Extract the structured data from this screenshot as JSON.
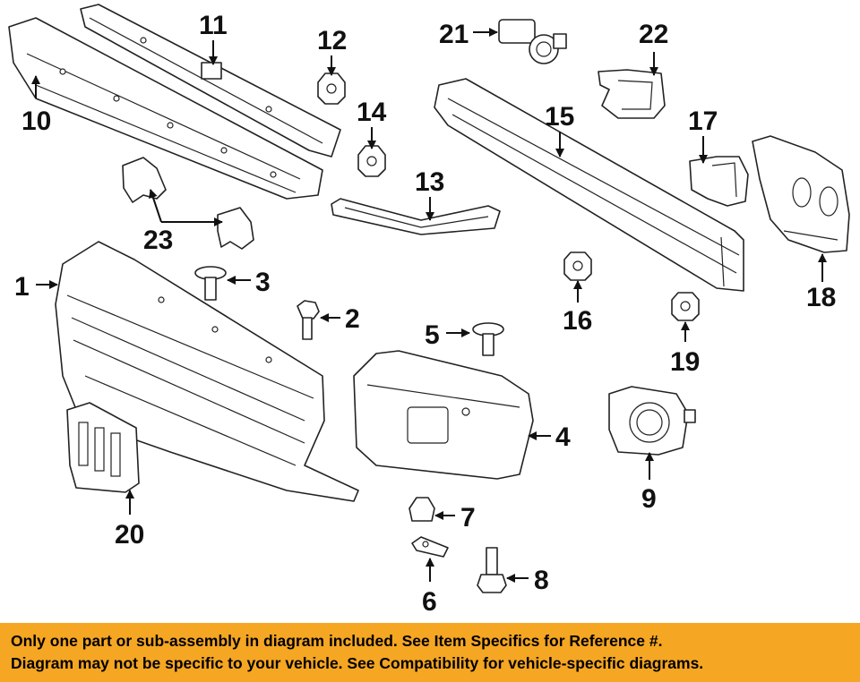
{
  "callouts": [
    "1",
    "2",
    "3",
    "4",
    "5",
    "6",
    "7",
    "8",
    "9",
    "10",
    "11",
    "12",
    "13",
    "14",
    "15",
    "16",
    "17",
    "18",
    "19",
    "20",
    "21",
    "22",
    "23"
  ],
  "notice": {
    "line1": "Only one part or sub-assembly in diagram included. See Item Specifics for Reference #.",
    "line2": "Diagram may not be specific to your vehicle. See Compatibility for vehicle-specific diagrams."
  },
  "colors": {
    "notice_background": "#F5A623",
    "line_art": "#222222",
    "background": "#FFFFFF"
  }
}
